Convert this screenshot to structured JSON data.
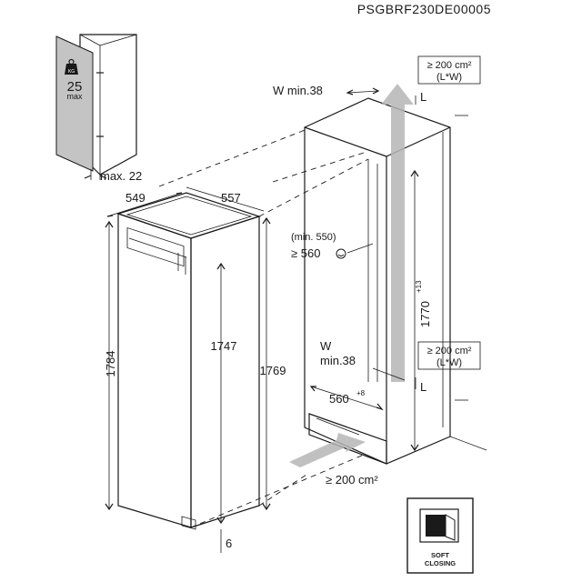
{
  "product_code": "PSGBRF230DE00005",
  "door_panel": {
    "weight_badge": "KG",
    "max_weight": "25",
    "max_weight_unit": "max",
    "max_gap": "max. 22"
  },
  "appliance": {
    "depth": "549",
    "width": "557",
    "height_total": "1784",
    "height_inner": "1747",
    "height_body": "1769",
    "foot_offset": "6"
  },
  "niche": {
    "top_clearance_label": "W min.38",
    "top_vent": "≥ 200 cm²",
    "top_vent_sub": "(L*W)",
    "top_vent_letter": "L",
    "min_depth": "(min. 550)",
    "rec_depth": "≥ 560",
    "niche_height": "1770",
    "niche_height_tol": "+13",
    "bottom_clearance_label_w": "W",
    "bottom_clearance_label_min": "min.38",
    "bottom_vent": "≥ 200 cm²",
    "bottom_vent_sub": "(L*W)",
    "bottom_vent_letter": "L",
    "niche_width": "560",
    "niche_width_tol": "+8",
    "floor_vent": "≥ 200 cm²"
  },
  "soft_closing": {
    "line1": "SOFT",
    "line2": "CLOSING"
  },
  "colors": {
    "panel_gray": "#c4c4c4",
    "arrow_gray": "#b5b5b5",
    "line": "#1a1a1a"
  }
}
